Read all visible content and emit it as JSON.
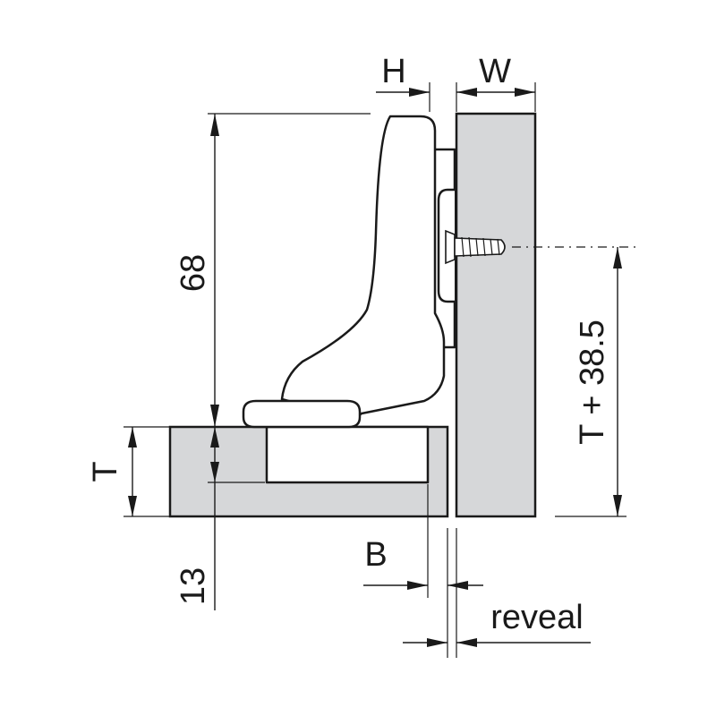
{
  "labels": {
    "H": "H",
    "W": "W",
    "height_68": "68",
    "T_left": "T",
    "T_plus": "T + 38.5",
    "B": "B",
    "depth_13": "13",
    "reveal": "reveal"
  },
  "colors": {
    "panel_fill": "#d6d7d9",
    "line": "#1a1a1a",
    "background": "#ffffff"
  }
}
